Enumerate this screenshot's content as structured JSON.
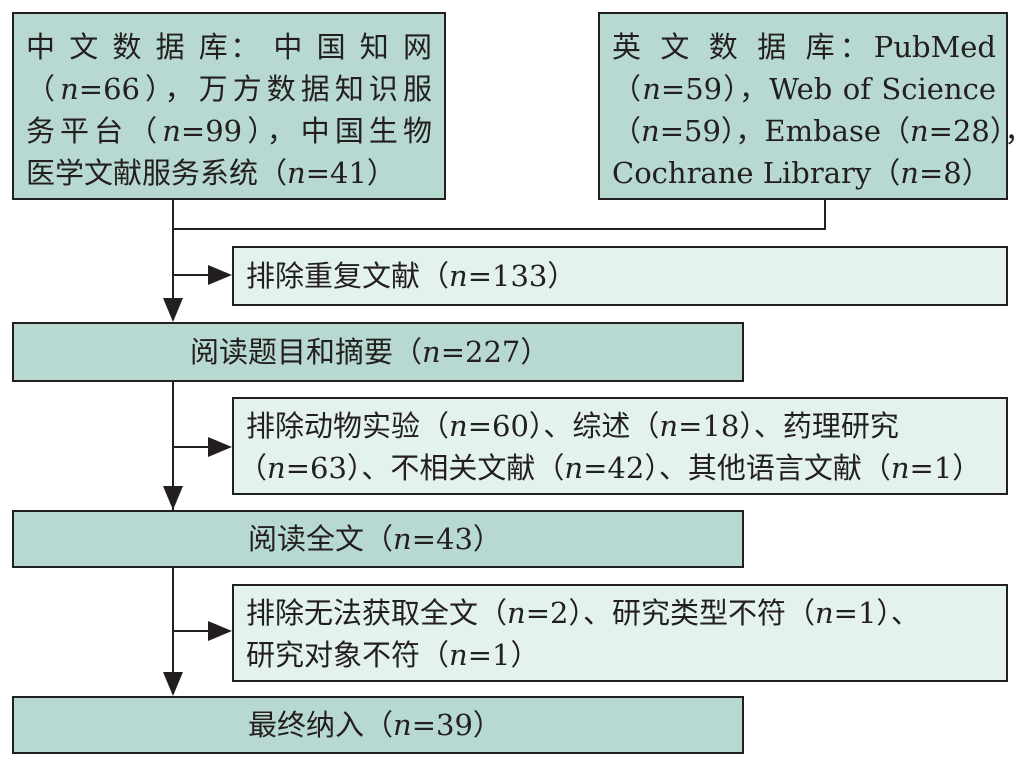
{
  "cn_db": {
    "lines": [
      "中 文 数 据 库： 中 国 知 网",
      "（n=66），万方数据知识服",
      "务平台（n=99），中国生物",
      "医学文献服务系统（n=41）"
    ]
  },
  "en_db": {
    "lines": [
      "英 文 数 据 库：PubMed",
      "（n=59），Web of Science",
      "（n=59），Embase（n=28），",
      "Cochrane Library（n=8）"
    ]
  },
  "exclude_dup": {
    "text": "排除重复文献（n=133）"
  },
  "read_title": {
    "text": "阅读题目和摘要（n=227）"
  },
  "exclude_2": {
    "lines": [
      "排除动物实验（n=60）、综述（n=18）、药理研究",
      "（n=63）、不相关文献（n=42）、其他语言文献（n=1）"
    ]
  },
  "read_full": {
    "text": "阅读全文（n=43）"
  },
  "exclude_3": {
    "lines": [
      "排除无法获取全文（n=2）、研究类型不符（n=1）、",
      "研究对象不符（n=1）"
    ]
  },
  "final": {
    "text": "最终纳入（n=39）"
  },
  "colors": {
    "box_dark": "#b7d9d1",
    "box_light": "#e4f2ef",
    "line": "#231f20"
  }
}
